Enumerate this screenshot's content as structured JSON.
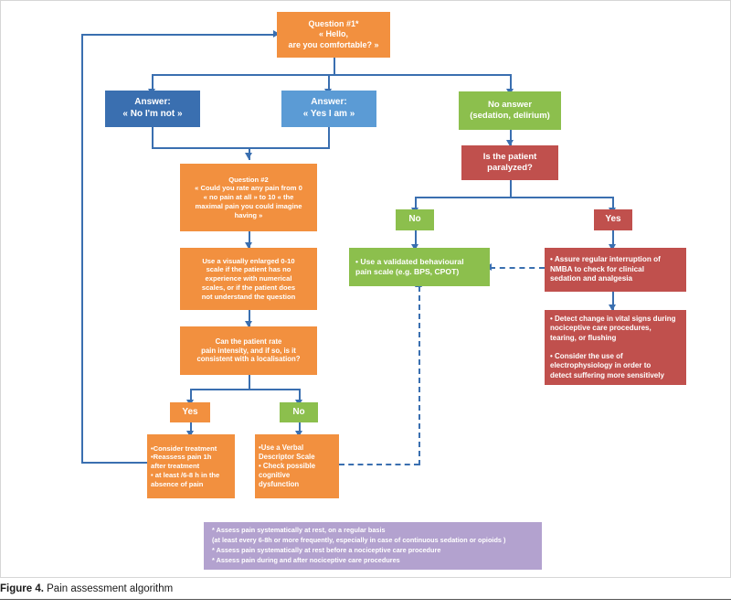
{
  "figure": {
    "caption_label": "Figure 4.",
    "caption_text": " Pain assessment algorithm"
  },
  "colors": {
    "orange": "#F2903F",
    "dark_blue": "#3A6FB0",
    "light_blue": "#5B9BD5",
    "green": "#8CBF4D",
    "red": "#C0504D",
    "purple": "#B3A2CF",
    "connector": "#3A6FB0"
  },
  "nodes": {
    "question1": "Question #1*\n« Hello,\nare you comfortable? »",
    "answer_no": "Answer:\n« No I'm not »",
    "answer_yes": "Answer:\n« Yes I am »",
    "no_answer": "No answer\n(sedation, delirium)",
    "is_paralyzed": "Is the patient\nparalyzed?",
    "question2": "Question #2\n« Could you rate any pain from 0\n« no pain at all » to 10 « the\nmaximal pain you could imagine\nhaving »",
    "enlarged_scale": "Use a visually enlarged 0-10\nscale if the patient has no\nexperience with numerical\nscales, or if the patient does\nnot understand the question",
    "can_rate": "Can the patient rate\npain intensity, and if so, is it\nconsistent with a localisation?",
    "branch_yes_left": "Yes",
    "branch_no_left": "No",
    "branch_no_right": "No",
    "branch_yes_right": "Yes",
    "consider_treatment": "•Consider treatment\n•Reassess pain 1h\n  after treatment\n• at least /6-8 h in the\n  absence of pain",
    "verbal_descriptor": "•Use a Verbal\n  Descriptor Scale\n• Check possible\n  cognitive\n  dysfunction",
    "behavioural_scale": "• Use a validated behavioural\npain scale (e.g. BPS, CPOT)",
    "nmba": "• Assure regular interruption of\n   NMBA to check for clinical\n   sedation and analgesia",
    "vital_signs": "• Detect change in vital signs during\n   nociceptive care procedures,\n   tearing, or flushing\n\n• Consider the use of\n   electrophysiology in order to\n   detect suffering more sensitively",
    "footer": "* Assess pain systematically at rest, on a regular basis\n   (at least every 6-8h or more frequently, especially in case of continuous sedation or opioids )\n* Assess pain systematically at rest before a nociceptive care procedure\n* Assess pain during and after nociceptive care procedures"
  }
}
